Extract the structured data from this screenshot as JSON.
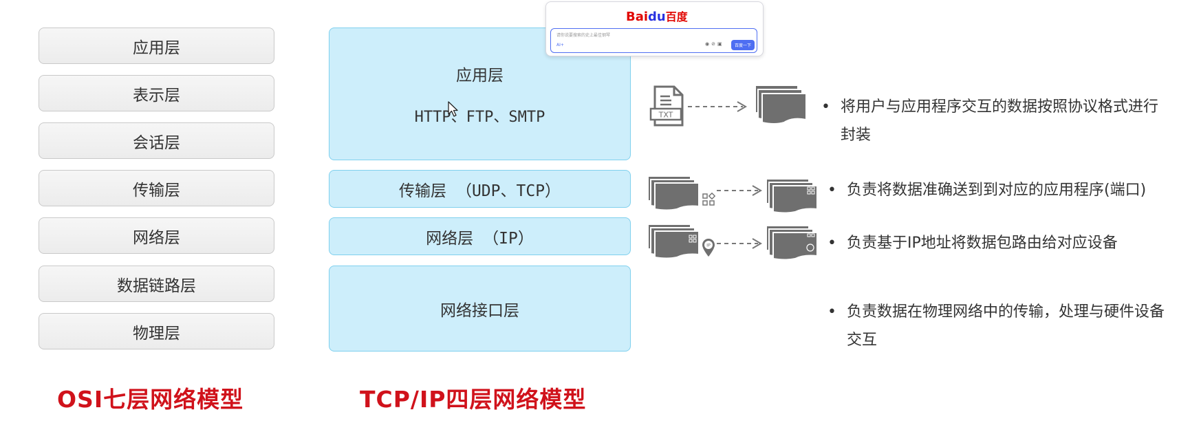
{
  "osi": {
    "layers": [
      "应用层",
      "表示层",
      "会话层",
      "传输层",
      "网络层",
      "数据链路层",
      "物理层"
    ],
    "caption": "OSI七层网络模型"
  },
  "tcpip": {
    "application": {
      "title": "应用层",
      "protocols": "HTTP、FTP、SMTP"
    },
    "transport": {
      "name": "传输层",
      "protocols": "（UDP、TCP）"
    },
    "network": {
      "name": "网络层",
      "protocols": "（IP）"
    },
    "link": {
      "title": "网络接口层"
    },
    "caption": "TCP/IP四层网络模型"
  },
  "descriptions": {
    "application": [
      "将用户与应用程序交互的数据按照协议格式进行",
      "封装"
    ],
    "transport": [
      "负责将数据准确送到到对应的应用程序(端口)"
    ],
    "network": [
      "负责基于IP地址将数据包路由给对应设备"
    ],
    "link": [
      "负责数据在物理网络中的传输，处理与硬件设备",
      "交互"
    ]
  },
  "icons": {
    "txt_file_label": "TXT",
    "ip_pin_label": "IP"
  },
  "baidu_popup": {
    "logo_bai": "Bai",
    "logo_du": "du",
    "logo_cn": "百度",
    "placeholder": "请你说要搜索的史上最佳钢琴",
    "ai_label": "AI+",
    "search_button": "百度一下"
  },
  "colors": {
    "caption_red": "#d0121b",
    "tcp_fill": "#cdeefb",
    "tcp_border": "#7fd0ee",
    "icon_gray": "#6f6f6f"
  }
}
